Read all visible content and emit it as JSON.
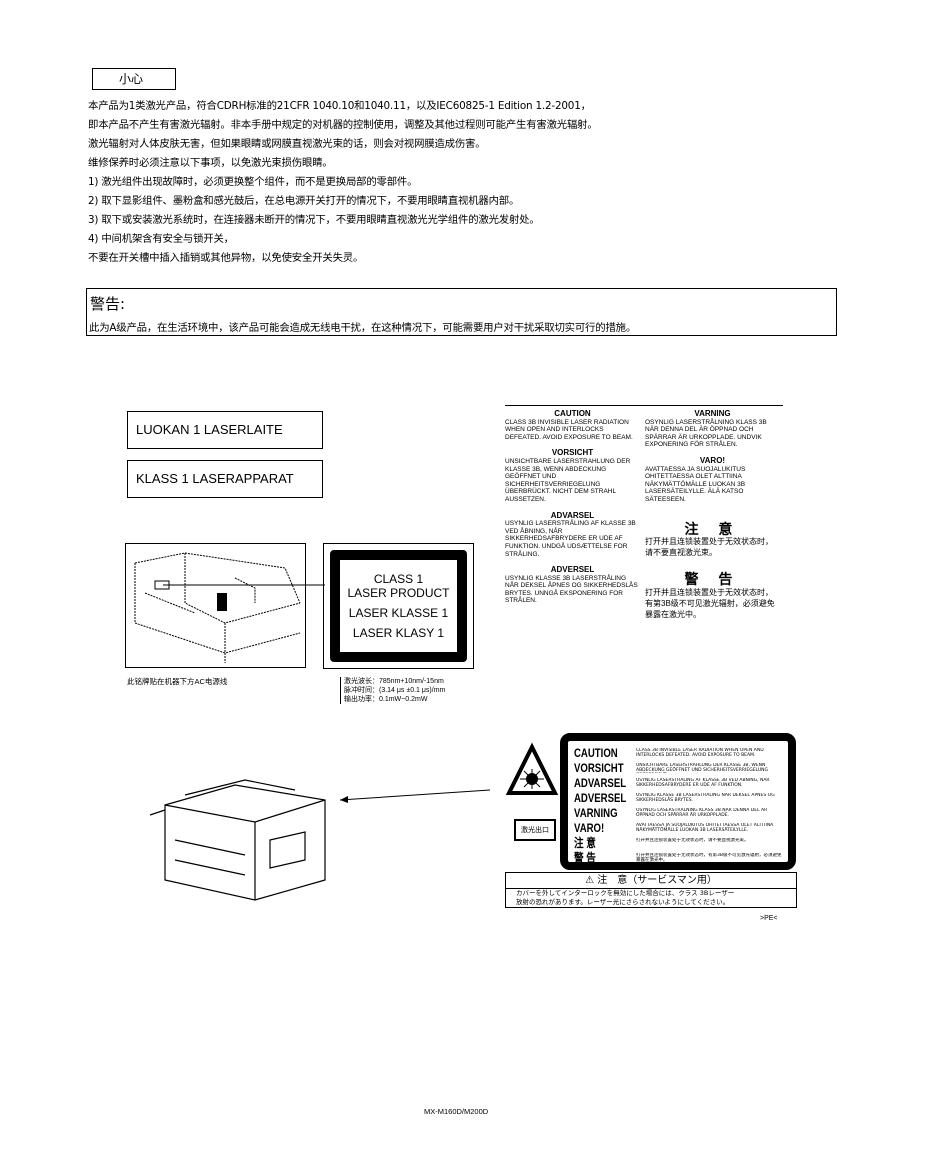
{
  "caution": {
    "title": "小心",
    "lines": [
      "本产品为1类激光产品，符合CDRH标准的21CFR 1040.10和1040.11，以及IEC60825-1 Edition 1.2-2001，",
      "即本产品不产生有害激光辐射。非本手册中规定的对机器的控制使用，调整及其他过程则可能产生有害激光辐射。",
      "激光辐射对人体皮肤无害，但如果眼睛或网膜直视激光束的话，则会对视网膜造成伤害。",
      "维修保养时必须注意以下事项，以免激光束损伤眼睛。",
      "1)  激光组件出现故障时，必须更换整个组件，而不是更换局部的零部件。",
      "2)  取下显影组件、墨粉盒和感光鼓后，在总电源开关打开的情况下，不要用眼睛直视机器内部。",
      "3)  取下或安装激光系统时，在连接器未断开的情况下，不要用眼睛直视激光光学组件的激光发射处。",
      "4)  中间机架含有安全与锁开关，",
      "     不要在开关槽中插入插销或其他异物，以免使安全开关失灵。"
    ]
  },
  "warning": {
    "title": "警告:",
    "text": "此为A级产品，在生活环境中，该产品可能会造成无线电干扰，在这种情况下，可能需要用户对干扰采取切实可行的措施。"
  },
  "labels": {
    "finnish": "LUOKAN 1 LASERLAITE",
    "swedish": "KLASS 1 LASERAPPARAT",
    "class_label": [
      "CLASS 1",
      "LASER PRODUCT",
      "LASER KLASSE 1",
      "LASER KLASY 1"
    ],
    "machine_caption": "此铭牌贴在机器下方AC电源线",
    "spec_lines": [
      "激光波长：785nm+10nm/-15nm",
      "脉冲时间：(3.14 μs ±0.1 μs)/mm",
      "输出功率：0.1mW~0.2mW"
    ]
  },
  "multilang": {
    "caution": {
      "title": "CAUTION",
      "text": "CLASS 3B INVISIBLE LASER RADIATION WHEN OPEN AND INTERLOCKS DEFEATED. AVOID EXPOSURE TO BEAM."
    },
    "vorsicht": {
      "title": "VORSICHT",
      "text": "UNSICHTBARE LASERSTRAHLUNG DER KLASSE 3B, WENN ABDECKUNG GEÖFFNET UND SICHERHEITSVERRIEGELUNG ÜBERBRÜCKT. NICHT DEM STRAHL AUSSETZEN."
    },
    "advarsel_dk": {
      "title": "ADVARSEL",
      "text": "USYNLIG LASERSTRÅLING AF KLASSE 3B VED ÅBNING, NÅR SIKKERHEDSAFBRYDERE ER UDE AF FUNKTION. UNDGÅ UDSÆTTELSE FOR STRÅLING."
    },
    "adversel_no": {
      "title": "ADVERSEL",
      "text": "USYNLIG KLASSE 3B LASERSTRÅLING NÅR DEKSEL ÅPNES OG SIKKERHEDSLÅS BRYTES. UNNGÅ EKSPONERING FOR STRÅLEN."
    },
    "varning": {
      "title": "VARNING",
      "text": "OSYNLIG LASERSTRÅLNING KLASS 3B NÄR DENNA DEL ÄR ÖPPNAD OCH SPÄRRAR ÄR URKOPPLADE. UNDVIK EXPONERING FÖR STRÅLEN."
    },
    "varo": {
      "title": "VARO!",
      "text": "AVATTAESSA JA SUOJALUKITUS OHITETTAESSA OLET ALTTIINA NÄKYMÄTTÖMÄLLE LUOKAN 3B LASERSÄTEILYLLE. ÄLÄ KATSO SÄTEESEEN."
    },
    "zhuyi": {
      "title": "注 意",
      "text": "打开并且连锁装置处于无效状态时，请不要直视激光束。"
    },
    "jinggao": {
      "title": "警 告",
      "text": "打开并且连锁装置处于无效状态时，有第3B级不可见激光辐射，必须避免暴露在激光中。"
    }
  },
  "bottom_label": {
    "rows": [
      {
        "title": "CAUTION",
        "text": "CLASS 3B INVISIBLE LASER RADIATION WHEN OPEN AND INTERLOCKS DEFEATED. AVOID EXPOSURE TO BEAM."
      },
      {
        "title": "VORSICHT",
        "text": "UNSICHTBARE LASERSTRAHLUNG DER KLASSE 3B, WENN ABDECKUNG GEÖFFNET UND SICHERHEITSVERRIEGELUNG ÜBERBRÜCKT."
      },
      {
        "title": "ADVARSEL",
        "text": "USYNLIG LASERSTRÅLING AF KLASSE 3B VED ÅBNING, NÅR SIKKERHEDSAFBRYDERE ER UDE AF FUNKTION."
      },
      {
        "title": "ADVERSEL",
        "text": "USYNLIG KLASSE 3B LASERSTRÅLING NÅR DEKSEL ÅPNES OG SIKKERHEDSLÅS BRYTES."
      },
      {
        "title": "VARNING",
        "text": "OSYNLIG LASERSTRÅLNING KLASS 3B NÄR DENNA DEL ÄR ÖPPNAD OCH SPÄRRAR ÄR URKOPPLADE."
      },
      {
        "title": "VARO!",
        "text": "AVATTAESSA JA SUOJALUKITUS OHITETTAESSA OLET ALTTIINA NÄKYMÄTTÖMÄLLE LUOKAN 3B LASERSÄTEILYLLE."
      },
      {
        "title": "注 意",
        "text": "打开并且连锁装置处于无效状态时，请不要直视激光束。"
      },
      {
        "title": "警 告",
        "text": "打开并且连锁装置处于无效状态时，有第3B级不可见激光辐射，必须避免暴露在激光中。"
      }
    ],
    "small_box": "激光出口",
    "service_title": "注　意（サービスマン用）",
    "service_text": [
      "カバーを外してインターロックを無効にした場合には、クラス 3Bレーザー",
      "放射の恐れがあります。レーザー光にさらされないようにしてください。"
    ],
    "material_mark": ">PE<"
  },
  "footer": {
    "model": "MX-M160D/M200D"
  }
}
